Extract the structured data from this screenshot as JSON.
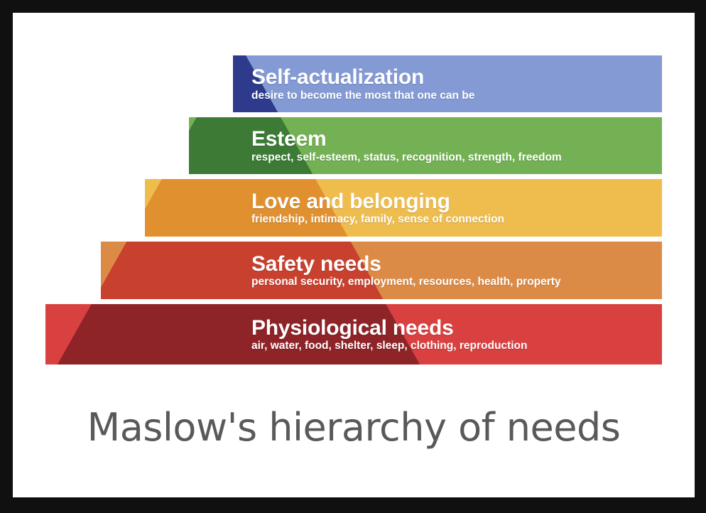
{
  "frame": {
    "border_color": "#101010",
    "canvas_color": "#ffffff"
  },
  "caption": {
    "text": "Maslow's hierarchy of needs",
    "color": "#58595b"
  },
  "chart_data": {
    "type": "pyramid",
    "title": "Maslow's hierarchy of needs",
    "levels": [
      {
        "rank": 5,
        "position": "top",
        "title": "Self-actualization",
        "subtitle": "desire to become the most that one can be",
        "light_color": "#849ad4",
        "dark_color": "#2e3b8c"
      },
      {
        "rank": 4,
        "position": "second",
        "title": "Esteem",
        "subtitle": "respect, self-esteem, status, recognition, strength, freedom",
        "light_color": "#73b154",
        "dark_color": "#3c7a36"
      },
      {
        "rank": 3,
        "position": "middle",
        "title": "Love and belonging",
        "subtitle": "friendship, intimacy, family, sense of connection",
        "light_color": "#efbd4e",
        "dark_color": "#e0902f"
      },
      {
        "rank": 2,
        "position": "fourth",
        "title": "Safety needs",
        "subtitle": "personal security, employment, resources, health, property",
        "light_color": "#dc8b47",
        "dark_color": "#c8412f"
      },
      {
        "rank": 1,
        "position": "base",
        "title": "Physiological needs",
        "subtitle": "air, water, food, shelter, sleep, clothing, reproduction",
        "light_color": "#d94040",
        "dark_color": "#8e2328"
      }
    ]
  }
}
